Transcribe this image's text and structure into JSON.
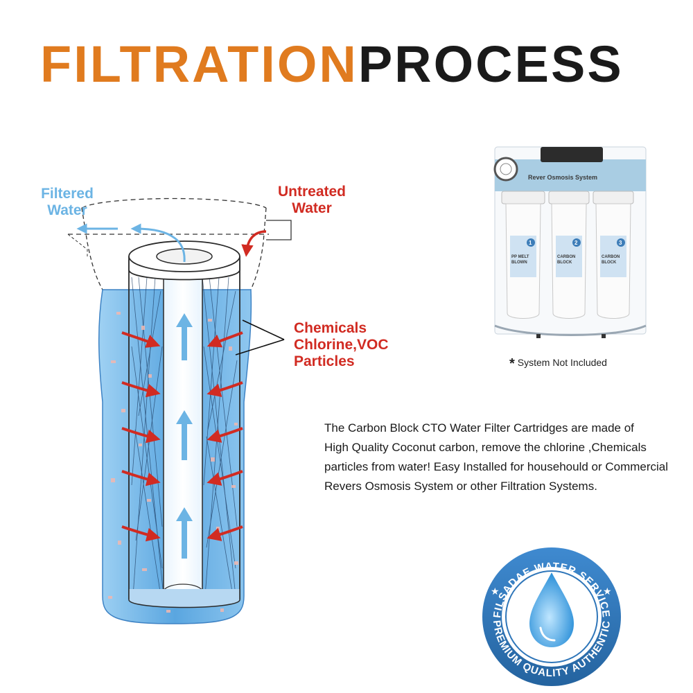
{
  "title": {
    "part1": "FILTRATION",
    "part2": "PROCESS"
  },
  "labels": {
    "filtered_line1": "Filtered",
    "filtered_line2": "Water",
    "untreated_line1": "Untreated",
    "untreated_line2": "Water",
    "chem_line1": "Chemicals",
    "chem_line2": "Chlorine,VOC",
    "chem_line3": "Particles"
  },
  "ro_system": {
    "panel_title": "Rever Osmosis System",
    "cartridges": [
      {
        "number": "1",
        "label_line1": "PP MELT",
        "label_line2": "BLOWN"
      },
      {
        "number": "2",
        "label_line1": "CARBON",
        "label_line2": "BLOCK"
      },
      {
        "number": "3",
        "label_line1": "CARBON",
        "label_line2": "BLOCK"
      }
    ],
    "note_star": "*",
    "note": "System Not  Included"
  },
  "description": [
    "The Carbon Block CTO Water Filter Cartridges are made of",
    "High Quality Coconut carbon, remove the chlorine ,Chemicals",
    "particles from water!  Easy Installed for househould or Commercial",
    " Revers Osmosis System or other Filtration Systems."
  ],
  "seal": {
    "top_text": "FILSADAE WATER SERVICE",
    "bottom_text": "PREMIUM QUALITY  AUTHENTIC"
  },
  "colors": {
    "title_orange": "#e07b1f",
    "title_dark": "#1a1a1a",
    "filtered_blue": "#6cb4e4",
    "untreated_red": "#d12b22",
    "water_blue": "#5aa6e0",
    "seal_blue": "#2f76b9"
  }
}
